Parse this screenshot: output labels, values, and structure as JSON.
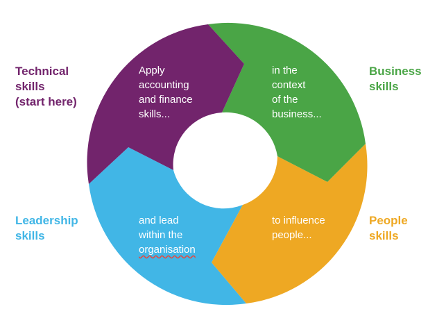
{
  "colors": {
    "technical": "#72246c",
    "business": "#4aa546",
    "people": "#eea823",
    "leadership": "#41b6e6",
    "spellcheck": "#e8463c"
  },
  "labels": {
    "technical": [
      "Technical",
      "skills",
      "(start here)"
    ],
    "business": [
      "Business",
      "skills"
    ],
    "people": [
      "People",
      "skills"
    ],
    "leadership": [
      "Leadership",
      "skills"
    ]
  },
  "segments": {
    "technical": [
      "Apply",
      "accounting",
      "and finance",
      "skills..."
    ],
    "business": [
      "in the",
      "context",
      "of the",
      "business..."
    ],
    "people": [
      "to influence",
      "people..."
    ],
    "leadership": [
      "and lead",
      "within the",
      "organisation"
    ]
  }
}
